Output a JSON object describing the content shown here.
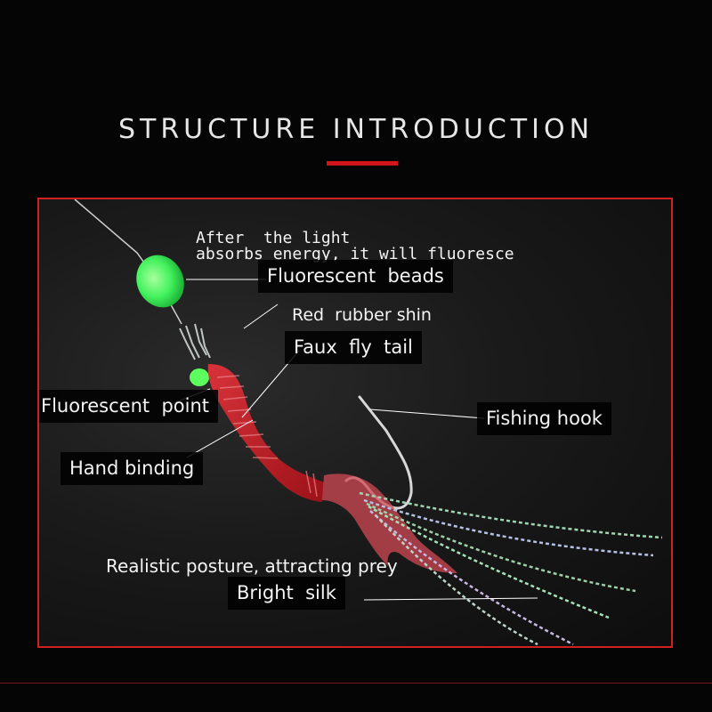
{
  "header": {
    "title": "STRUCTURE INTRODUCTION"
  },
  "colors": {
    "accent": "#d2141b",
    "bead": "#4cff6a",
    "shin": "#c8222a"
  },
  "labels": {
    "light_note_line1": "After  the light",
    "light_note_line2": "absorbs energy, it will fluoresce",
    "fluorescent_beads": "Fluorescent  beads",
    "red_rubber_shin": "Red  rubber shin",
    "faux_fly_tail": "Faux  fly  tail",
    "fluorescent_point": "Fluorescent  point",
    "fishing_hook": "Fishing hook",
    "hand_binding": "Hand binding",
    "realistic_posture": "Realistic posture, attracting prey",
    "bright_silk": "Bright  silk"
  }
}
